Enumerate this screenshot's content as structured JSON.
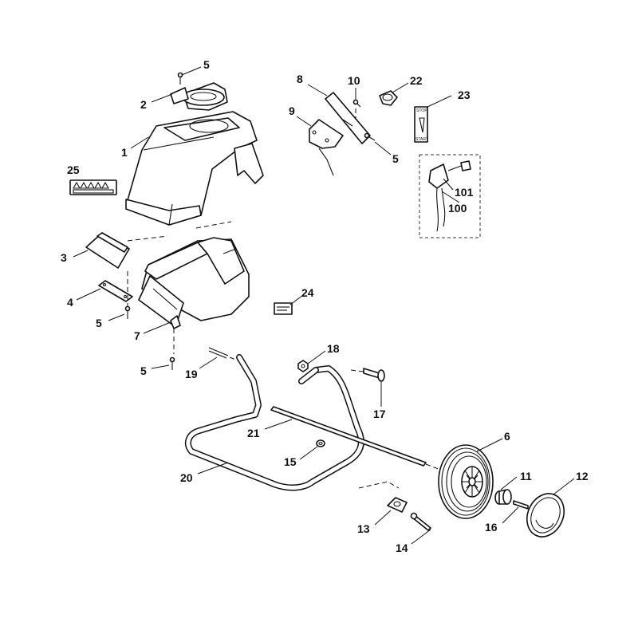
{
  "callouts": [
    {
      "id": "c5a",
      "text": "5"
    },
    {
      "id": "c2",
      "text": "2"
    },
    {
      "id": "c1",
      "text": "1"
    },
    {
      "id": "c25",
      "text": "25"
    },
    {
      "id": "c3",
      "text": "3"
    },
    {
      "id": "c4",
      "text": "4"
    },
    {
      "id": "c5b",
      "text": "5"
    },
    {
      "id": "c7",
      "text": "7"
    },
    {
      "id": "c5c",
      "text": "5"
    },
    {
      "id": "c19",
      "text": "19"
    },
    {
      "id": "c8",
      "text": "8"
    },
    {
      "id": "c10",
      "text": "10"
    },
    {
      "id": "c22",
      "text": "22"
    },
    {
      "id": "c23",
      "text": "23"
    },
    {
      "id": "c9",
      "text": "9"
    },
    {
      "id": "c5d",
      "text": "5"
    },
    {
      "id": "c101",
      "text": "101"
    },
    {
      "id": "c100",
      "text": "100"
    },
    {
      "id": "c24",
      "text": "24"
    },
    {
      "id": "c18",
      "text": "18"
    },
    {
      "id": "c17",
      "text": "17"
    },
    {
      "id": "c21",
      "text": "21"
    },
    {
      "id": "c15",
      "text": "15"
    },
    {
      "id": "c20",
      "text": "20"
    },
    {
      "id": "c6",
      "text": "6"
    },
    {
      "id": "c11",
      "text": "11"
    },
    {
      "id": "c12",
      "text": "12"
    },
    {
      "id": "c16",
      "text": "16"
    },
    {
      "id": "c13",
      "text": "13"
    },
    {
      "id": "c14",
      "text": "14"
    }
  ],
  "decal_23": {
    "top": "STOP",
    "bottom": "START"
  },
  "icons": [
    "decal-25-warning-icon",
    "decal-24-label-icon"
  ]
}
